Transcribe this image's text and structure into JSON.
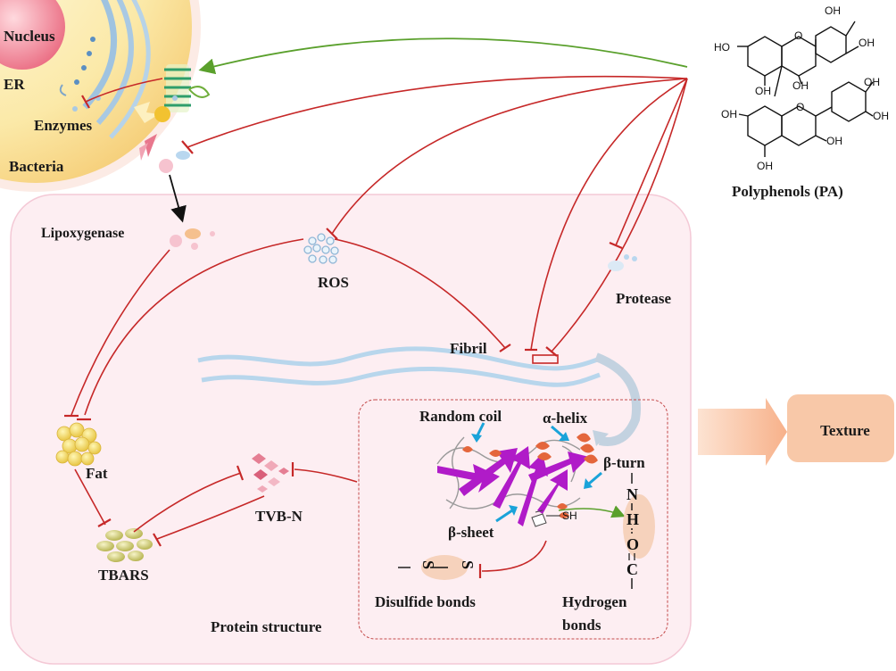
{
  "labels": {
    "nucleus": "Nucleus",
    "er": "ER",
    "enzymes": "Enzymes",
    "bacteria": "Bacteria",
    "polyphenols": "Polyphenols (PA)",
    "lipoxygenase": "Lipoxygenase",
    "ros": "ROS",
    "protease": "Protease",
    "fibril": "Fibril",
    "fat": "Fat",
    "tbars": "TBARS",
    "tvbn": "TVB-N",
    "random_coil": "Random coil",
    "alpha_helix": "α-helix",
    "beta_turn": "β-turn",
    "beta_sheet": "β-sheet",
    "sh": "SH",
    "disulfide_bonds": "Disulfide bonds",
    "hydrogen_bonds_line1": "Hydrogen",
    "hydrogen_bonds_line2": "bonds",
    "protein_structure": "Protein structure",
    "texture": "Texture"
  },
  "chem_atoms": {
    "oh": "OH",
    "ho": "HO",
    "o": "O",
    "n": "N",
    "h": "H",
    "c": "C",
    "s": "S"
  },
  "colors": {
    "inhibition": "#c62828",
    "promotion": "#5aa02c",
    "panel_fill": "#fdeef2",
    "texture_box": "#f8c8a8",
    "beta_sheet": "#b01bc8",
    "alpha_helix": "#e4663c"
  }
}
